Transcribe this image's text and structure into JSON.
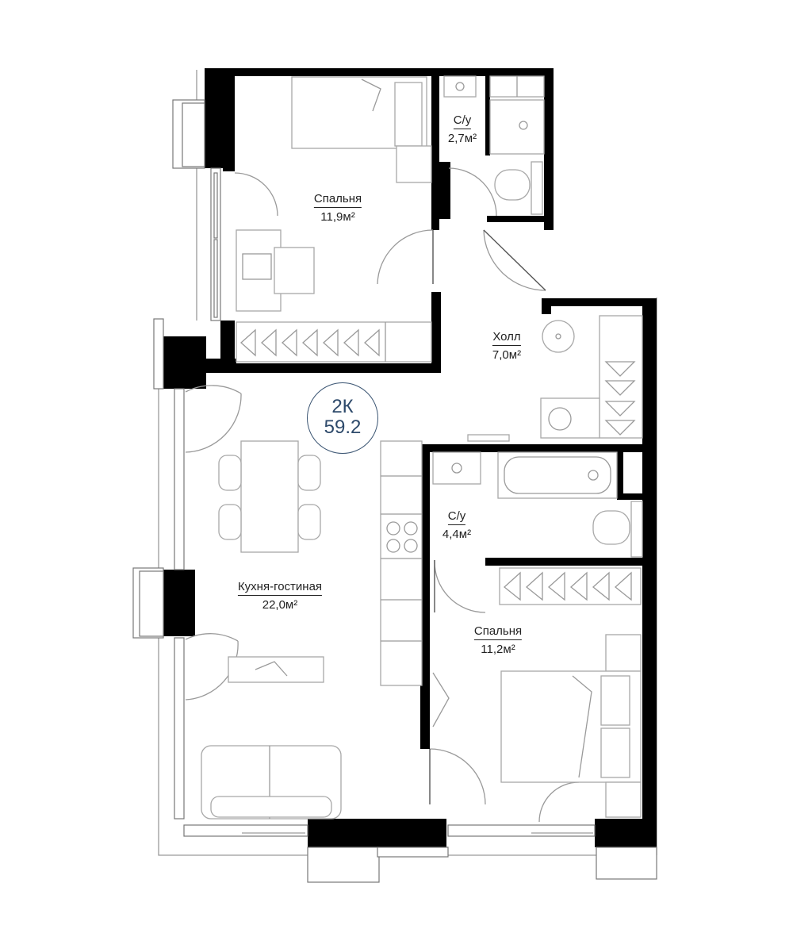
{
  "apartment": {
    "type": "2К",
    "area": "59.2",
    "accent_color": "#2e4a6b"
  },
  "rooms": [
    {
      "name": "Спальня",
      "area": "11,9м²"
    },
    {
      "name": "С/у",
      "area": "2,7м²"
    },
    {
      "name": "Холл",
      "area": "7,0м²"
    },
    {
      "name": "С/у",
      "area": "4,4м²"
    },
    {
      "name": "Кухня-гостиная",
      "area": "22,0м²"
    },
    {
      "name": "Спальня",
      "area": "11,2м²"
    }
  ]
}
